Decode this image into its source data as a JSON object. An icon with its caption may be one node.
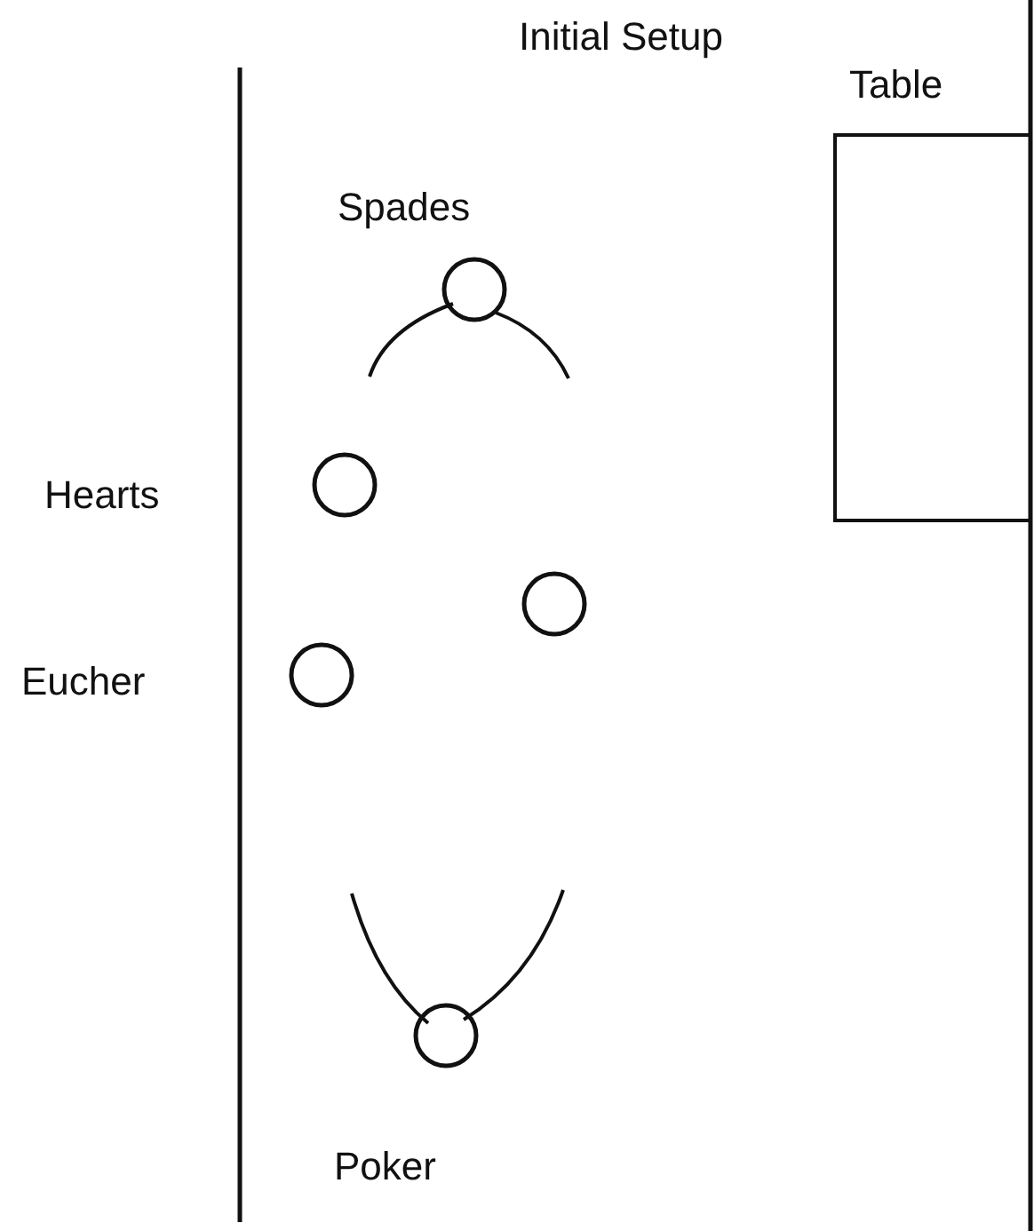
{
  "diagram": {
    "title": "Initial Setup",
    "nodes": [
      {
        "text": [
          "Table"
        ]
      },
      {
        "text": [],
        "shape": "circle",
        "beside": [
          "Spades"
        ]
      },
      {
        "text": [],
        "shape": "circle",
        "beside": [
          "Hearts"
        ]
      },
      {
        "text": [],
        "shape": "circle"
      },
      {
        "text": [],
        "shape": "circle",
        "beside": [
          "Eucher"
        ]
      },
      {
        "text": [],
        "shape": "circle",
        "beside": [
          "Poker"
        ]
      }
    ]
  }
}
